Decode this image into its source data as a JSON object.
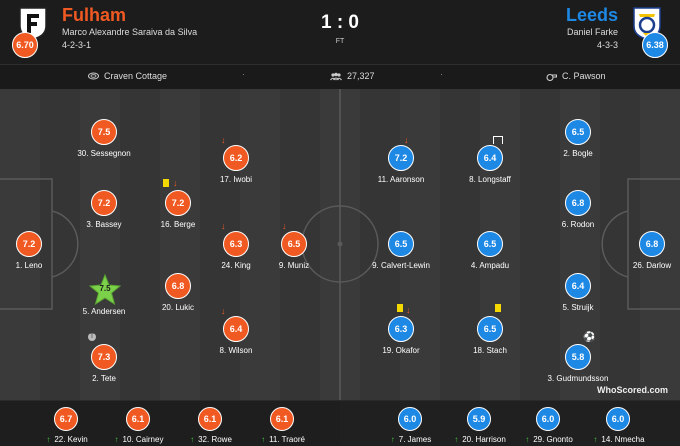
{
  "home": {
    "name": "Fulham",
    "manager": "Marco Alexandre Saraiva da Silva",
    "formation": "4-2-3-1",
    "rating": "6.70",
    "color": "#f05a22"
  },
  "away": {
    "name": "Leeds",
    "manager": "Daniel Farke",
    "formation": "4-3-3",
    "rating": "6.38",
    "color": "#1e88e5"
  },
  "score": "1 : 0",
  "period": "FT",
  "venue": {
    "icon": "stadium-icon",
    "text": "Craven Cottage"
  },
  "attendance": {
    "icon": "crowd-icon",
    "text": "27,327"
  },
  "referee": {
    "icon": "whistle-icon",
    "text": "C. Pawson"
  },
  "separator": "·",
  "brand": "WhoScored.com",
  "home_players": [
    {
      "rating": "7.5",
      "label": "30. Sessegnon"
    },
    {
      "rating": "6.2",
      "label": "17. Iwobi"
    },
    {
      "rating": "7.2",
      "label": "3. Bassey"
    },
    {
      "rating": "7.2",
      "label": "16. Berge"
    },
    {
      "rating": "7.2",
      "label": "1. Leno"
    },
    {
      "rating": "6.3",
      "label": "24. King"
    },
    {
      "rating": "6.5",
      "label": "9. Muniz"
    },
    {
      "rating": "7.5",
      "label": "5. Andersen",
      "man_of_match": true
    },
    {
      "rating": "6.8",
      "label": "20. Lukic"
    },
    {
      "rating": "6.4",
      "label": "8. Wilson"
    },
    {
      "rating": "7.3",
      "label": "2. Tete"
    }
  ],
  "away_players": [
    {
      "rating": "7.2",
      "label": "11. Aaronson"
    },
    {
      "rating": "6.4",
      "label": "8. Longstaff"
    },
    {
      "rating": "6.5",
      "label": "2. Bogle"
    },
    {
      "rating": "6.8",
      "label": "6. Rodon"
    },
    {
      "rating": "6.5",
      "label": "9. Calvert-Lewin"
    },
    {
      "rating": "6.5",
      "label": "4. Ampadu"
    },
    {
      "rating": "6.8",
      "label": "26. Darlow"
    },
    {
      "rating": "6.4",
      "label": "5. Struijk"
    },
    {
      "rating": "6.3",
      "label": "19. Okafor"
    },
    {
      "rating": "6.5",
      "label": "18. Stach"
    },
    {
      "rating": "5.8",
      "label": "3. Gudmundsson"
    }
  ],
  "home_subs": [
    {
      "rating": "6.7",
      "label": "22. Kevin"
    },
    {
      "rating": "6.1",
      "label": "10. Cairney"
    },
    {
      "rating": "6.1",
      "label": "32. Rowe"
    },
    {
      "rating": "6.1",
      "label": "11. Traoré"
    }
  ],
  "away_subs": [
    {
      "rating": "6.0",
      "label": "7. James"
    },
    {
      "rating": "5.9",
      "label": "20. Harrison"
    },
    {
      "rating": "6.0",
      "label": "29. Gnonto"
    },
    {
      "rating": "6.0",
      "label": "14. Nmecha"
    }
  ]
}
